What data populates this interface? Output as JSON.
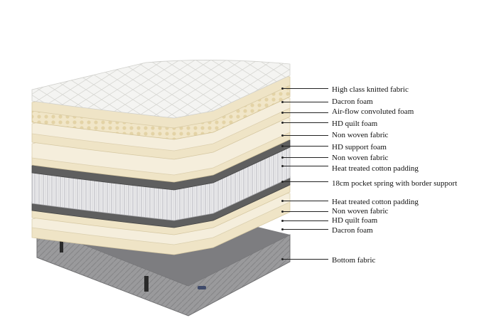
{
  "diagram": {
    "layers": [
      {
        "label": "High class knitted fabric"
      },
      {
        "label": "Dacron foam"
      },
      {
        "label": "Air-flow convoluted foam"
      },
      {
        "label": "HD quilt foam"
      },
      {
        "label": "Non woven fabric"
      },
      {
        "label": "HD support foam"
      },
      {
        "label": "Non woven fabric"
      },
      {
        "label": "Heat treated cotton padding"
      },
      {
        "label": "18cm pocket spring with border support"
      },
      {
        "label": "Heat treated cotton padding"
      },
      {
        "label": "Non woven fabric"
      },
      {
        "label": "HD quilt foam"
      },
      {
        "label": "Dacron foam"
      },
      {
        "label": "Bottom fabric"
      }
    ],
    "colors": {
      "fabric_top": "#f2f2f0",
      "cream": "#efe4c6",
      "cream_light": "#f5eedc",
      "gray_layer": "#5f5f5f",
      "spring": "#e6e6e8",
      "base": "#8a8a8c"
    }
  }
}
